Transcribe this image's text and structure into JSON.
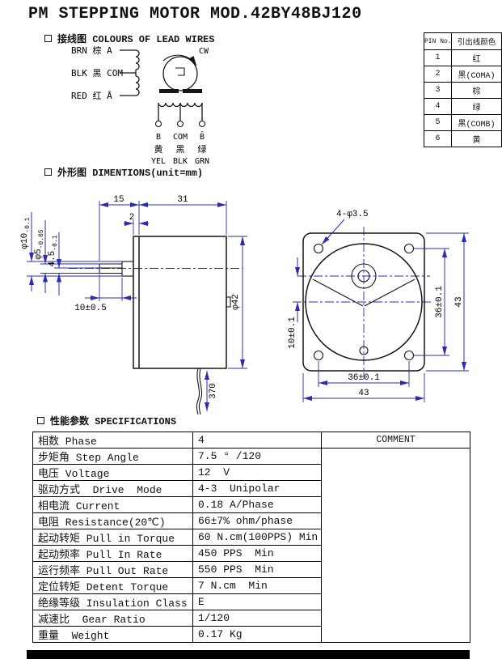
{
  "page": {
    "title": "PM STEPPING MOTOR MOD.42BY48BJ120"
  },
  "sections": {
    "wiring": "接线图 COLOURS OF LEAD WIRES",
    "dimensions": "外形图 DIMENTIONS(unit=mm)",
    "specifications": "性能参数 SPECIFICATIONS"
  },
  "wiring": {
    "cw_label": "CW",
    "leads": [
      "BRN 棕 A",
      "BLK 黑 COM",
      "RED 红 Ā"
    ],
    "terminal_phases": [
      "B",
      "COM",
      "B̄"
    ],
    "terminal_colors_cn": [
      "黄",
      "黑",
      "绿"
    ],
    "terminal_colors_en": [
      "YEL",
      "BLK",
      "GRN"
    ]
  },
  "pin_table": {
    "header_pin": "PIN No.",
    "header_color": "引出线颜色",
    "rows": [
      {
        "pin": "1",
        "color": "红"
      },
      {
        "pin": "2",
        "color": "黑(COMA)"
      },
      {
        "pin": "3",
        "color": "棕"
      },
      {
        "pin": "4",
        "color": "绿"
      },
      {
        "pin": "5",
        "color": "黑(COMB)"
      },
      {
        "pin": "6",
        "color": "黄"
      }
    ]
  },
  "dims": {
    "side": {
      "length_front": "15",
      "length_body": "31",
      "plate_thickness": "2",
      "boss_dia": "φ10",
      "boss_tol": "-0.1",
      "shaft_dia": "φ5",
      "shaft_tol": "-0.05",
      "shaft_flat": "4.5",
      "shaft_flat_tol": "-0.1",
      "shaft_length": "10±0.5",
      "body_dia": "φ42",
      "wire_length": "370"
    },
    "front": {
      "mounting_holes": "4-φ3.5",
      "hole_pitch_vertical": "36±0.1",
      "outline_height": "43",
      "shaft_offset": "10±0.1",
      "hole_pitch_horizontal": "36±0.1",
      "outline_width": "43"
    }
  },
  "specs": {
    "comment_header": "COMMENT",
    "rows": [
      {
        "item": "相数 Phase",
        "value": "4"
      },
      {
        "item": "步矩角 Step Angle",
        "value": "7.5 ° /120"
      },
      {
        "item": "电压 Voltage",
        "value": "12  V"
      },
      {
        "item": "驱动方式  Drive  Mode",
        "value": "4-3  Unipolar"
      },
      {
        "item": "相电流 Current",
        "value": "0.18 A/Phase"
      },
      {
        "item": "电阻 Resistance(20℃)",
        "value": "66±7% ohm/phase"
      },
      {
        "item": "起动转矩 Pull in Torque",
        "value": "60 N.cm(100PPS) Min"
      },
      {
        "item": "起动频率 Pull In Rate",
        "value": "450 PPS  Min"
      },
      {
        "item": "运行频率 Pull Out Rate",
        "value": "550 PPS  Min"
      },
      {
        "item": "定位转矩 Detent Torque",
        "value": "7 N.cm  Min"
      },
      {
        "item": "绝缘等级 Insulation Class",
        "value": "E"
      },
      {
        "item": "减速比  Gear Ratio",
        "value": "1/120"
      },
      {
        "item": "重量  Weight",
        "value": "0.17 Kg"
      }
    ]
  }
}
